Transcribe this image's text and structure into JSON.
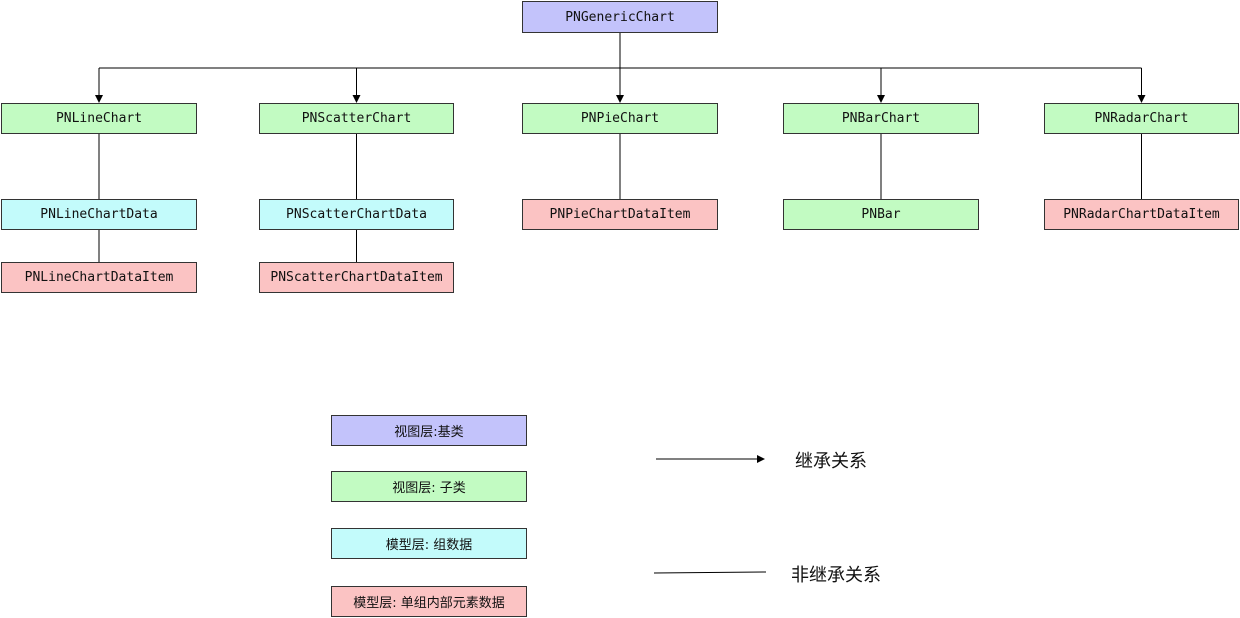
{
  "colors": {
    "base_view": "#c3c3fb",
    "sub_view": "#c2fbc2",
    "group_model": "#c3fbfb",
    "item_model": "#fbc3c3",
    "line": "#000000"
  },
  "nodes": {
    "root": {
      "label": "PNGenericChart",
      "kind": "base_view"
    },
    "line_chart": {
      "label": "PNLineChart",
      "kind": "sub_view"
    },
    "scatter_chart": {
      "label": "PNScatterChart",
      "kind": "sub_view"
    },
    "pie_chart": {
      "label": "PNPieChart",
      "kind": "sub_view"
    },
    "bar_chart": {
      "label": "PNBarChart",
      "kind": "sub_view"
    },
    "radar_chart": {
      "label": "PNRadarChart",
      "kind": "sub_view"
    },
    "line_chart_data": {
      "label": "PNLineChartData",
      "kind": "group_model"
    },
    "scatter_chart_data": {
      "label": "PNScatterChartData",
      "kind": "group_model"
    },
    "pie_chart_data_item": {
      "label": "PNPieChartDataItem",
      "kind": "item_model"
    },
    "bar": {
      "label": "PNBar",
      "kind": "sub_view"
    },
    "radar_chart_data_item": {
      "label": "PNRadarChartDataItem",
      "kind": "item_model"
    },
    "line_chart_data_item": {
      "label": "PNLineChartDataItem",
      "kind": "item_model"
    },
    "scatter_chart_data_item": {
      "label": "PNScatterChartDataItem",
      "kind": "item_model"
    }
  },
  "edges": [
    {
      "from": "root",
      "to": "line_chart",
      "type": "inheritance"
    },
    {
      "from": "root",
      "to": "scatter_chart",
      "type": "inheritance"
    },
    {
      "from": "root",
      "to": "pie_chart",
      "type": "inheritance"
    },
    {
      "from": "root",
      "to": "bar_chart",
      "type": "inheritance"
    },
    {
      "from": "root",
      "to": "radar_chart",
      "type": "inheritance"
    },
    {
      "from": "line_chart",
      "to": "line_chart_data",
      "type": "association"
    },
    {
      "from": "line_chart_data",
      "to": "line_chart_data_item",
      "type": "association"
    },
    {
      "from": "scatter_chart",
      "to": "scatter_chart_data",
      "type": "association"
    },
    {
      "from": "scatter_chart_data",
      "to": "scatter_chart_data_item",
      "type": "association"
    },
    {
      "from": "pie_chart",
      "to": "pie_chart_data_item",
      "type": "association"
    },
    {
      "from": "bar_chart",
      "to": "bar",
      "type": "association"
    },
    {
      "from": "radar_chart",
      "to": "radar_chart_data_item",
      "type": "association"
    }
  ],
  "legend": {
    "base_view": "视图层:基类",
    "sub_view": "视图层: 子类",
    "group_model": "模型层: 组数据",
    "item_model": "模型层: 单组内部元素数据",
    "inheritance": "继承关系",
    "association": "非继承关系"
  }
}
